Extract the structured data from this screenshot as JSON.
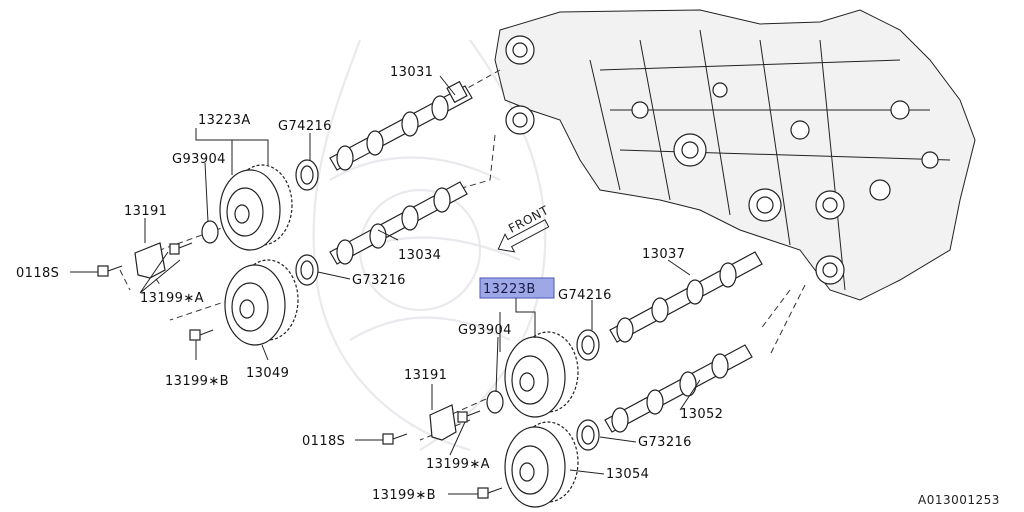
{
  "diagram": {
    "figure_code": "A013001253",
    "front_arrow_text": "FRONT",
    "selected_part": "13223B",
    "accent_color": "#9fa8e6",
    "labels": {
      "p13031": "13031",
      "p13223A": "13223A",
      "g74216_top": "G74216",
      "g93904_top": "G93904",
      "p13191_top": "13191",
      "p0118s_top": "0118S",
      "p13199a_top": "13199∗A",
      "p13034": "13034",
      "g73216_top": "G73216",
      "p13199b_top": "13199∗B",
      "p13049": "13049",
      "p13223B": "13223B",
      "g74216_bot": "G74216",
      "p13037": "13037",
      "g93904_bot": "G93904",
      "p13191_bot": "13191",
      "p0118s_bot": "0118S",
      "p13199a_bot": "13199∗A",
      "p13052": "13052",
      "g73216_bot": "G73216",
      "p13054": "13054",
      "p13199b_bot": "13199∗B"
    }
  }
}
